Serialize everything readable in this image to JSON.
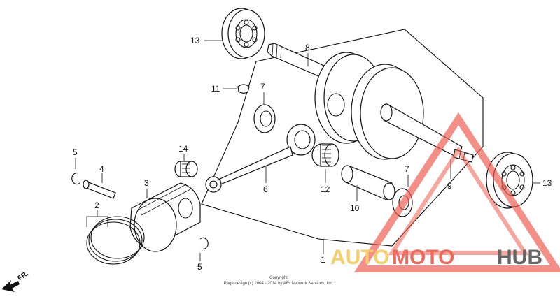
{
  "labels": {
    "crankshaft": "8",
    "bearing_top": "13",
    "bearing_right": "13",
    "woodruff_key": "11",
    "oil_seal_top": "7",
    "oil_seal_right": "7",
    "conrod": "6",
    "needle_bearing_big": "12",
    "needle_bearing_small": "14",
    "crank_pin": "10",
    "left_shaft_label": "9",
    "assembly": "1",
    "piston": "3",
    "piston_rings": "2",
    "piston_pin": "4",
    "clip_top": "5",
    "clip_bottom": "5"
  },
  "direction_label": "FR.",
  "copyright": {
    "line1": "Copyright",
    "line2": "Page design (c) 2004 - 2014 by ARI Network Services, Inc."
  },
  "watermark": {
    "part1": "AUTO",
    "part2": "MOTO",
    "part3": "HUB",
    "color1": "#f6c85a",
    "color2": "#ee5a4c",
    "color3": "#555555"
  }
}
